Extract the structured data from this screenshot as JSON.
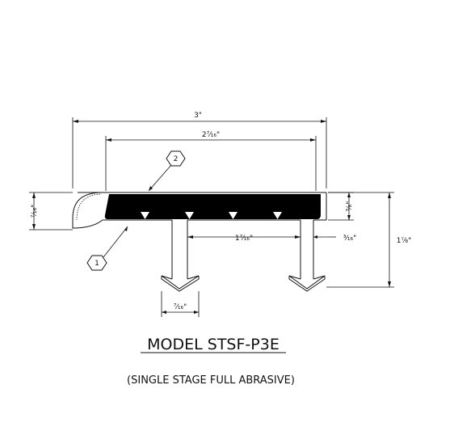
{
  "dimensions": {
    "overall_width": "3\"",
    "abrasive_width": "2⁷⁄₁₆\"",
    "nose_height": "⁷⁄₁₆\"",
    "leg_spacing": "1⁷⁄₁₆\"",
    "tread_thickness": "³⁄₈\"",
    "leg_thickness": "³⁄₁₆\"",
    "overall_height": "1⅞\"",
    "leg_width": "⁷⁄₁₆\""
  },
  "callouts": {
    "one": "1",
    "two": "2"
  },
  "title": "MODEL STSF-P3E",
  "subtitle": "(SINGLE STAGE FULL ABRASIVE)",
  "colors": {
    "line": "#111111",
    "abrasive": "#000000",
    "background": "#ffffff"
  }
}
